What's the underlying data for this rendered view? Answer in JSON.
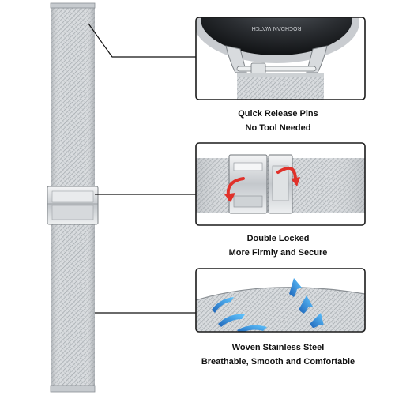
{
  "features": [
    {
      "title": "Quick Release Pins",
      "subtitle": "No Tool Needed"
    },
    {
      "title": "Double Locked",
      "subtitle": "More Firmly and Secure"
    },
    {
      "title": "Woven Stainless Steel",
      "subtitle": "Breathable, Smooth and Comfortable"
    }
  ],
  "icons": {
    "panel1": "watch-lug-pin-icon",
    "panel2": "clasp-lock-arrows-icon",
    "panel3": "mesh-airflow-arrows-icon"
  },
  "colors": {
    "accent_red": "#e0312a",
    "accent_blue": "#2f8fe0",
    "steel_light": "#e4e6e8",
    "steel_mid": "#bfc3c7",
    "steel_dark": "#7c8185"
  }
}
